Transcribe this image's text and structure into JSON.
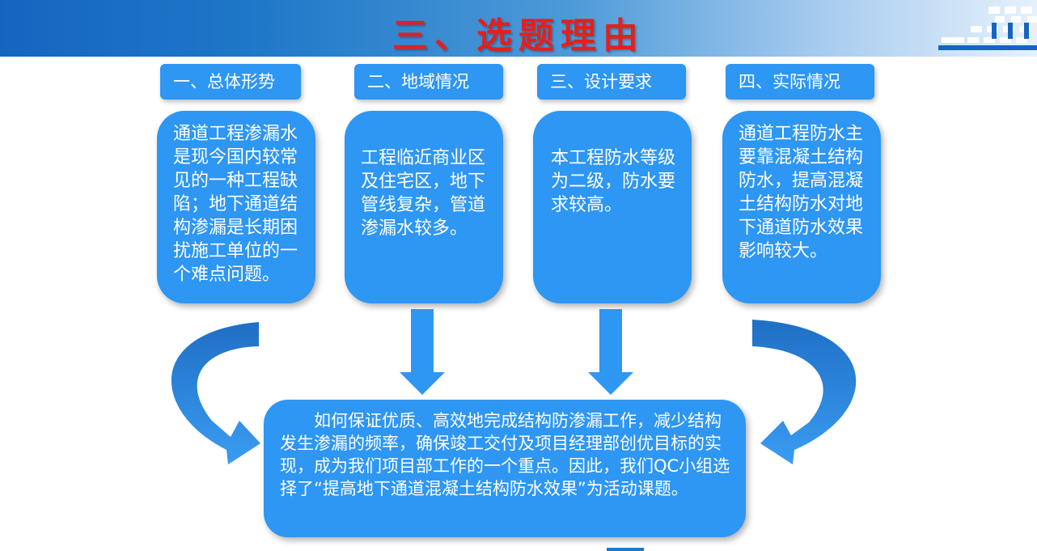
{
  "title": "三、选题理由",
  "sections": [
    {
      "header": "一、总体形势",
      "body": "通道工程渗漏水是现今国内较常见的一种工程缺陷；地下通道结构渗漏是长期困扰施工单位的一个难点问题。"
    },
    {
      "header": "二、地域情况",
      "body": "工程临近商业区及住宅区，地下管线复杂，管道渗漏水较多。"
    },
    {
      "header": "三、设计要求",
      "body": "本工程防水等级为二级，防水要求较高。"
    },
    {
      "header": "四、实际情况",
      "body": "通道工程防水主要靠混凝土结构防水，提高混凝土结构防水对地下通道防水效果影响较大。"
    }
  ],
  "conclusion": "如何保证优质、高效地完成结构防渗漏工作，减少结构发生渗漏的频率，确保竣工交付及项目经理部创优目标的实现，成为我们项目部工作的一个重点。因此，我们QC小组选择了“提高地下通道混凝土结构防水效果”为活动课题。",
  "colors": {
    "title_red": "#e41f1f",
    "box_blue": "#2e96f3",
    "arrow_blue": "#2e96f3",
    "arrow_dark": "#1f6fc4"
  }
}
